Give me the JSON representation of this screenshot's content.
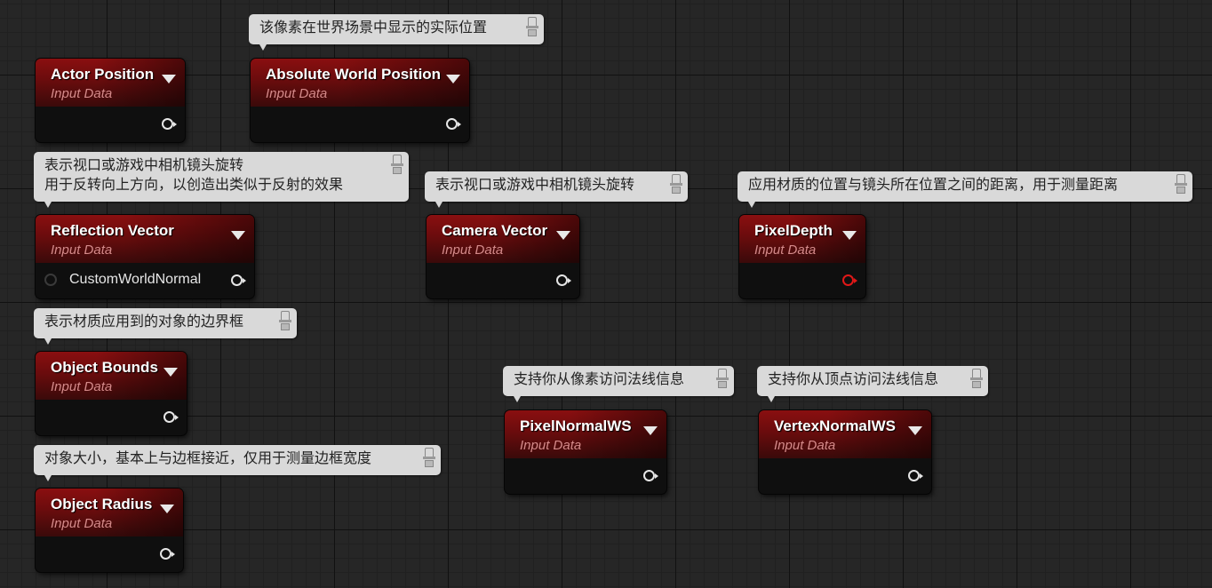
{
  "nodes": [
    {
      "id": "actor-position",
      "title": "Actor Position",
      "subtitle": "Input Data"
    },
    {
      "id": "absolute-world-position",
      "title": "Absolute World Position",
      "subtitle": "Input Data"
    },
    {
      "id": "reflection-vector",
      "title": "Reflection Vector",
      "subtitle": "Input Data",
      "input_pin_label": "CustomWorldNormal"
    },
    {
      "id": "camera-vector",
      "title": "Camera Vector",
      "subtitle": "Input Data"
    },
    {
      "id": "pixel-depth",
      "title": "PixelDepth",
      "subtitle": "Input Data",
      "output_pin_color": "#e01818"
    },
    {
      "id": "object-bounds",
      "title": "Object Bounds",
      "subtitle": "Input Data"
    },
    {
      "id": "pixel-normal-ws",
      "title": "PixelNormalWS",
      "subtitle": "Input Data"
    },
    {
      "id": "vertex-normal-ws",
      "title": "VertexNormalWS",
      "subtitle": "Input Data"
    },
    {
      "id": "object-radius",
      "title": "Object Radius",
      "subtitle": "Input Data"
    }
  ],
  "comments": [
    {
      "id": "absolute-world-position",
      "lines": [
        "该像素在世界场景中显示的实际位置"
      ]
    },
    {
      "id": "reflection-vector",
      "lines": [
        "表示视口或游戏中相机镜头旋转",
        "用于反转向上方向，以创造出类似于反射的效果"
      ]
    },
    {
      "id": "camera-vector",
      "lines": [
        "表示视口或游戏中相机镜头旋转"
      ]
    },
    {
      "id": "pixel-depth",
      "lines": [
        "应用材质的位置与镜头所在位置之间的距离，用于测量距离"
      ]
    },
    {
      "id": "object-bounds",
      "lines": [
        "表示材质应用到的对象的边界框"
      ]
    },
    {
      "id": "pixel-normal-ws",
      "lines": [
        "支持你从像素访问法线信息"
      ]
    },
    {
      "id": "vertex-normal-ws",
      "lines": [
        "支持你从顶点访问法线信息"
      ]
    },
    {
      "id": "object-radius",
      "lines": [
        "对象大小，基本上与边框接近，仅用于测量边框宽度"
      ]
    }
  ],
  "colors": {
    "header_red": "#8a0f10",
    "graph_background": "#262626",
    "comment_background": "#d9d9d9",
    "pin_default": "#e6e6e6",
    "pin_active": "#e01818"
  },
  "icons": {
    "collapse": "triangle-down-icon",
    "comment_pin": "pushpin-icon",
    "output_pin": "output-pin-icon",
    "input_pin": "input-pin-icon"
  }
}
